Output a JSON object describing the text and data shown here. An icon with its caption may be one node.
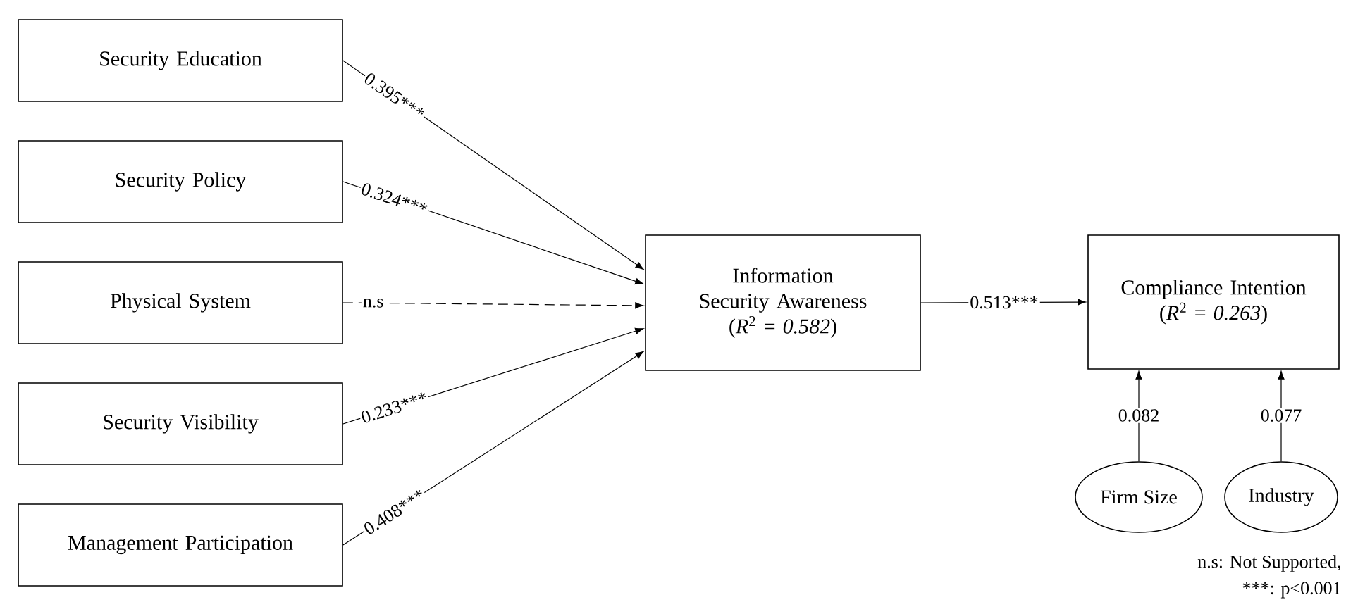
{
  "diagram": {
    "nodes": [
      {
        "text": [
          "Security Education"
        ]
      },
      {
        "text": [
          "Security Policy"
        ]
      },
      {
        "text": [
          "Physical System"
        ]
      },
      {
        "text": [
          "Security Visibility"
        ]
      },
      {
        "text": [
          "Management Participation"
        ]
      },
      {
        "text": [
          "Information Security Awareness",
          "(*R*$^{2}$ = *0.582*)"
        ]
      },
      {
        "text": [
          "Compliance Intention",
          "(*R*$^{2}$ = *0.263*)"
        ]
      },
      {
        "text": [
          "Firm Size"
        ]
      },
      {
        "text": [
          "Industry"
        ]
      }
    ],
    "edges": [
      {
        "from": 0,
        "to": 5,
        "arrow": "to",
        "label": "0.395***"
      },
      {
        "from": 1,
        "to": 5,
        "arrow": "to",
        "label": "0.324***"
      },
      {
        "from": 2,
        "to": 5,
        "arrow": "to",
        "label": "n.s",
        "style": "dashed"
      },
      {
        "from": 3,
        "to": 5,
        "arrow": "to",
        "label": "0.233***"
      },
      {
        "from": 4,
        "to": 5,
        "arrow": "to",
        "label": "0.408***"
      },
      {
        "from": 5,
        "to": 6,
        "arrow": "to",
        "label": "0.513***"
      },
      {
        "from": 7,
        "to": 6,
        "arrow": "to",
        "label": "0.082"
      },
      {
        "from": 8,
        "to": 6,
        "arrow": "to",
        "label": "0.077"
      }
    ],
    "labels": [
      "n.s: Not Supported,",
      "***: p<0.001"
    ]
  }
}
